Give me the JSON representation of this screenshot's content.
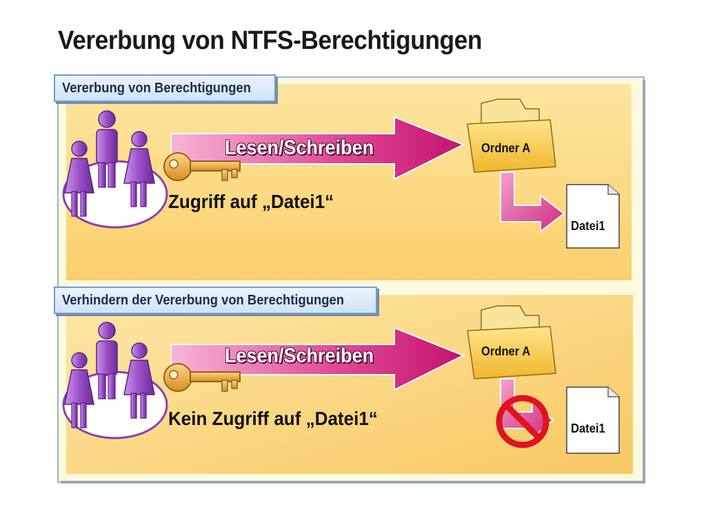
{
  "title": "Vererbung von NTFS-Berechtigungen",
  "sections": [
    {
      "label": "Vererbung von Berechtigungen",
      "arrow_label": "Lesen/Schreiben",
      "access_text": "Zugriff auf „Datei1“",
      "folder_label": "Ordner A",
      "file_label": "Datei1",
      "inherited": true
    },
    {
      "label": "Verhindern der Vererbung von Berechtigungen",
      "arrow_label": "Lesen/Schreiben",
      "access_text": "Kein Zugriff auf „Datei1“",
      "folder_label": "Ordner A",
      "file_label": "Datei1",
      "inherited": false
    }
  ],
  "colors": {
    "panel_fill_top": "#fde08a",
    "panel_fill_bottom": "#fbd170",
    "arrow_magenta": "#d6287f",
    "people_purple": "#8a3fb6",
    "key_gold": "#e8a53a",
    "folder_yellow": "#f5c94a",
    "prohibit_red": "#e0131e"
  }
}
